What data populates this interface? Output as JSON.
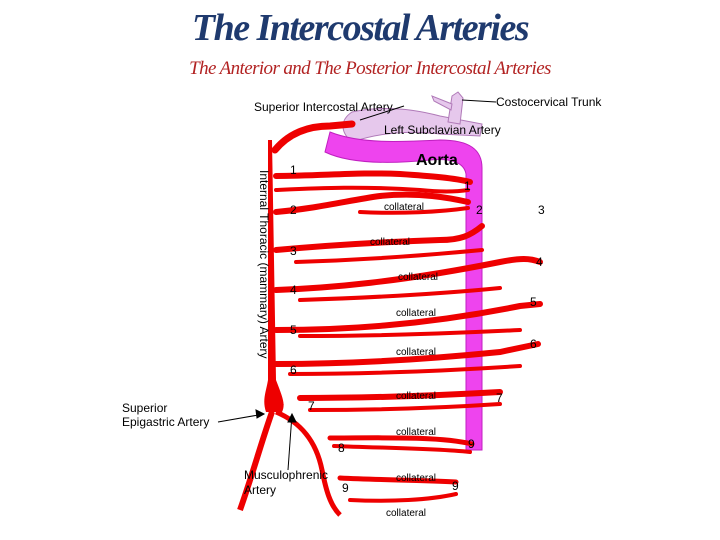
{
  "title": "The Intercostal Arteries",
  "subtitle": "The Anterior and The Posterior Intercostal Arteries",
  "colors": {
    "artery": "#ee0000",
    "aorta": "#ee44ee",
    "subclavian": "#e6c8ec",
    "title": "#1f3a6e",
    "subtitle": "#b22222"
  },
  "labels": {
    "costocervical_trunk": "Costocervical Trunk",
    "superior_intercostal_artery": "Superior Intercostal Artery",
    "left_subclavian_artery": "Left Subclavian Artery",
    "aorta": "Aorta",
    "internal_thoracic": "Internal Thoracic (mammary) Artery",
    "superior_epigastric_line1": "Superior",
    "superior_epigastric_line2": "Epigastric Artery",
    "musculophrenic_line1": "Musculophrenic",
    "musculophrenic_line2": "Artery",
    "collateral": "collateral"
  },
  "anterior_numbers": [
    "1",
    "2",
    "3",
    "4",
    "5",
    "6",
    "7",
    "8",
    "9"
  ],
  "posterior_numbers": [
    "1",
    "2",
    "3",
    "4",
    "5",
    "6",
    "7",
    "9",
    "9"
  ]
}
